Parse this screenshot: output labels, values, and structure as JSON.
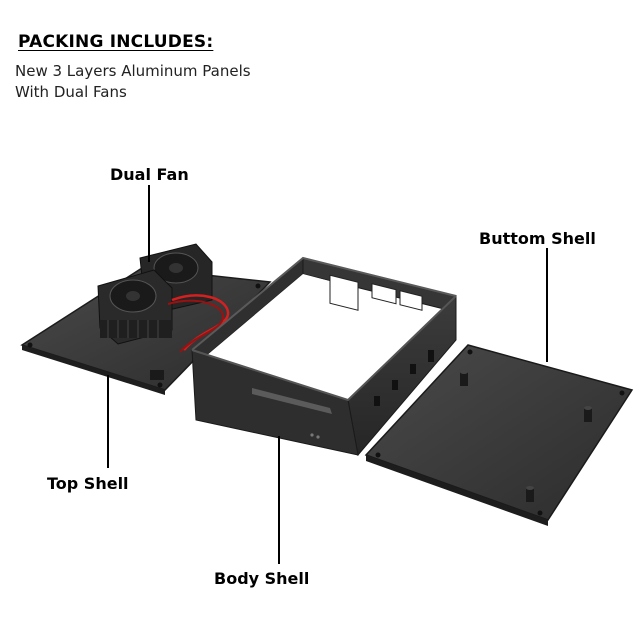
{
  "header": {
    "title": "PACKING INCLUDES:",
    "line1": "New 3 Layers Aluminum Panels",
    "line2": "With Dual Fans"
  },
  "labels": {
    "dual_fan": "Dual Fan",
    "bottom_shell": "Buttom Shell",
    "top_shell": "Top Shell",
    "body_shell": "Body Shell"
  }
}
